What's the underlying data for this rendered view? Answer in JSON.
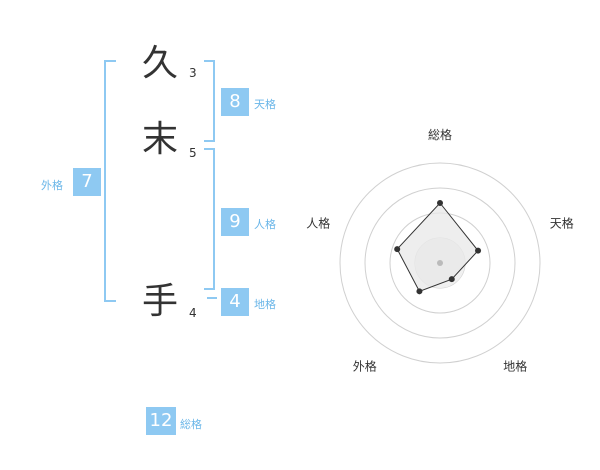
{
  "name": {
    "characters": [
      {
        "char": "久",
        "strokes": "3"
      },
      {
        "char": "末",
        "strokes": "5"
      },
      {
        "char": "手",
        "strokes": "4"
      }
    ]
  },
  "kakusu": {
    "tenkaku": {
      "value": "8",
      "label": "天格"
    },
    "jinkaku": {
      "value": "9",
      "label": "人格"
    },
    "chikaku": {
      "value": "4",
      "label": "地格"
    },
    "gaikaku": {
      "value": "7",
      "label": "外格"
    },
    "soukaku": {
      "value": "12",
      "label": "総格"
    }
  },
  "colors": {
    "accent": "#8ec9f2",
    "accent_text": "#6ab6e8",
    "polygon_fill": "#e8e8e8"
  },
  "chart_data": {
    "type": "radar",
    "axes": [
      "総格",
      "天格",
      "地格",
      "外格",
      "人格"
    ],
    "values": [
      12,
      8,
      4,
      7,
      9
    ],
    "rings": 4,
    "grid": true
  }
}
